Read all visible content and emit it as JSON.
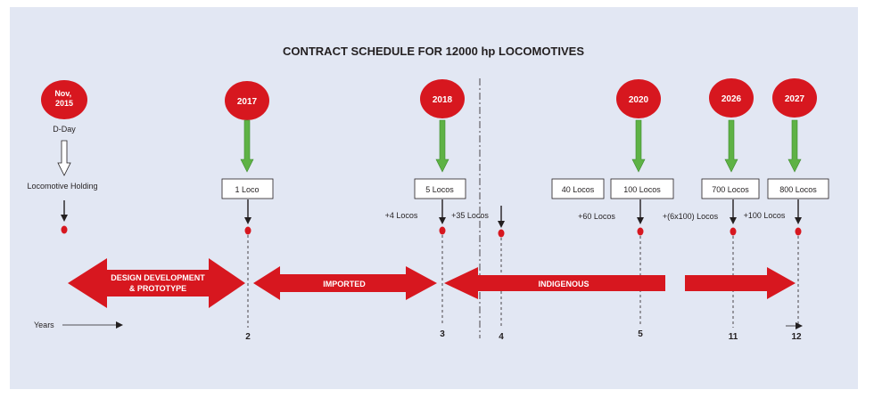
{
  "title": "CONTRACT SCHEDULE FOR 12000 hp LOCOMOTIVES",
  "colors": {
    "background": "#e2e7f3",
    "accent_red": "#d7171f",
    "arrow_green": "#5eb245",
    "text": "#231f20"
  },
  "milestones": [
    {
      "label": "Nov, 2015"
    },
    {
      "label": "2017"
    },
    {
      "label": "2018"
    },
    {
      "label": "2020"
    },
    {
      "label": "2026"
    },
    {
      "label": "2027"
    }
  ],
  "dday": {
    "label": "D-Day",
    "holding_label": "Locomotive Holding"
  },
  "boxes": [
    {
      "label": "1 Loco"
    },
    {
      "label": "5 Locos"
    },
    {
      "label": "40 Locos"
    },
    {
      "label": "100 Locos"
    },
    {
      "label": "700 Locos"
    },
    {
      "label": "800 Locos"
    }
  ],
  "increments": [
    {
      "label": "+4 Locos"
    },
    {
      "label": "+35 Locos"
    },
    {
      "label": "+60 Locos"
    },
    {
      "label": "+(6x100) Locos"
    },
    {
      "label": "+100 Locos"
    }
  ],
  "phases": {
    "design": {
      "line1": "DESIGN DEVELOPMENT",
      "line2": "& PROTOTYPE"
    },
    "imported": "IMPORTED",
    "indigenous": "INDIGENOUS"
  },
  "years_label": "Years",
  "year_ticks": [
    {
      "label": "2"
    },
    {
      "label": "3"
    },
    {
      "label": "4"
    },
    {
      "label": "5"
    },
    {
      "label": "11"
    },
    {
      "label": "12"
    }
  ]
}
